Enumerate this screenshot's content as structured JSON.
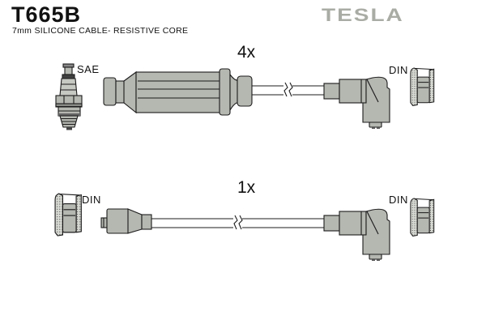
{
  "header": {
    "part_number": "T665B",
    "subtitle": "7mm SILICONE CABLE- RESISTIVE CORE",
    "brand": "TESLA"
  },
  "assemblies": {
    "top": {
      "quantity": "4x",
      "left_end_label": "SAE",
      "right_end_label": "DIN",
      "left_end_icon": "spark-plug-icon",
      "right_end_icon": "din-socket-icon"
    },
    "bottom": {
      "quantity": "1x",
      "left_end_label": "DIN",
      "right_end_label": "DIN",
      "left_end_icon": "din-socket-icon",
      "right_end_icon": "din-socket-icon"
    }
  },
  "icons": {
    "spark_plug": "spark-plug-icon",
    "din_socket": "din-socket-icon",
    "wire_break": "wire-break-icon"
  },
  "colors": {
    "brand_gray": "#a9aca4",
    "part_gray": "#b5b7b1",
    "outline": "#1c1c1c",
    "background": "#ffffff"
  }
}
